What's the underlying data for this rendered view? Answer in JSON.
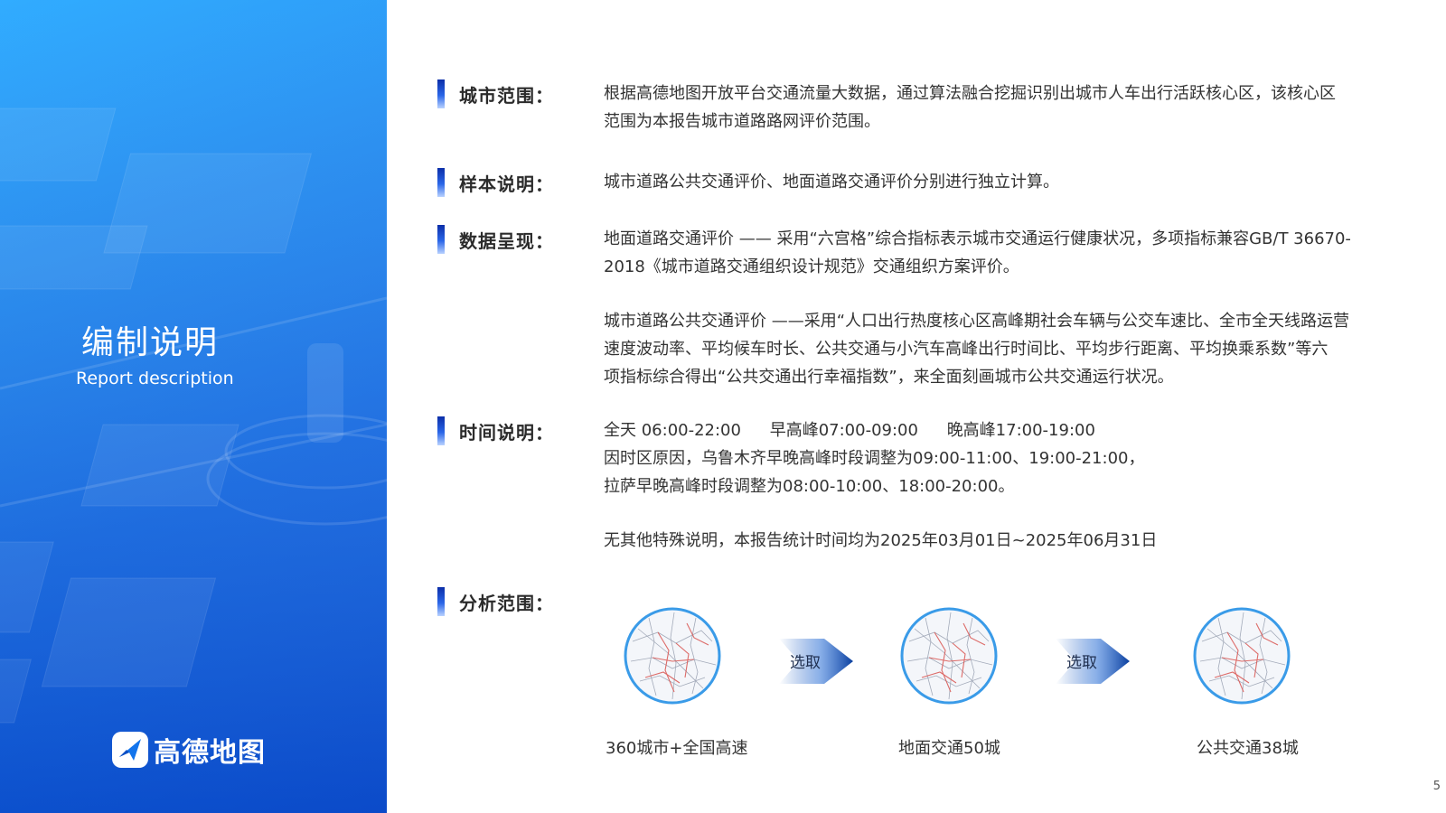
{
  "left_panel": {
    "title": "编制说明",
    "subtitle": "Report description",
    "brand_name": "高德地图",
    "brand_icon": "amap-logo-icon"
  },
  "sections": {
    "city_scope": {
      "label": "城市范围：",
      "lines": [
        "根据高德地图开放平台交通流量大数据，通过算法融合挖掘识别出城市人车出行活跃核心区，该核心区",
        "范围为本报告城市道路路网评价范围。"
      ]
    },
    "sample": {
      "label": "样本说明：",
      "lines": [
        "城市道路公共交通评价、地面道路交通评价分别进行独立计算。"
      ]
    },
    "data_presentation": {
      "label": "数据呈现：",
      "para1": [
        "地面道路交通评价 —— 采用“六宫格”综合指标表示城市交通运行健康状况，多项指标兼容GB/T 36670-",
        "2018《城市道路交通组织设计规范》交通组织方案评价。"
      ],
      "para2": [
        "城市道路公共交通评价  ——采用“人口出行热度核心区高峰期社会车辆与公交车速比、全市全天线路运营",
        "速度波动率、平均候车时长、公共交通与小汽车高峰出行时间比、平均步行距离、平均换乘系数”等六",
        "项指标综合得出“公共交通出行幸福指数”，来全面刻画城市公共交通运行状况。"
      ]
    },
    "time": {
      "label": "时间说明：",
      "all_day": "全天 06:00-22:00",
      "morning_peak": "早高峰07:00-09:00",
      "evening_peak": "晚高峰17:00-19:00",
      "note1": "因时区原因，乌鲁木齐早晚高峰时段调整为09:00-11:00、19:00-21:00，",
      "note2": "拉萨早晚高峰时段调整为08:00-10:00、18:00-20:00。",
      "note3": "无其他特殊说明，本报告统计时间均为2025年03月01日~2025年06月31日"
    },
    "scope": {
      "label": "分析范围：",
      "arrow_label": "选取",
      "items": [
        {
          "caption": "360城市+全国高速"
        },
        {
          "caption": "地面交通50城"
        },
        {
          "caption": "公共交通38城"
        }
      ]
    }
  },
  "page_number": "5",
  "colors": {
    "panel_blue": "#1585f0",
    "accent_dark_blue": "#0b2ea8",
    "map_ring": "#3a9be8",
    "arrow_blue": "#0f4fb8"
  }
}
